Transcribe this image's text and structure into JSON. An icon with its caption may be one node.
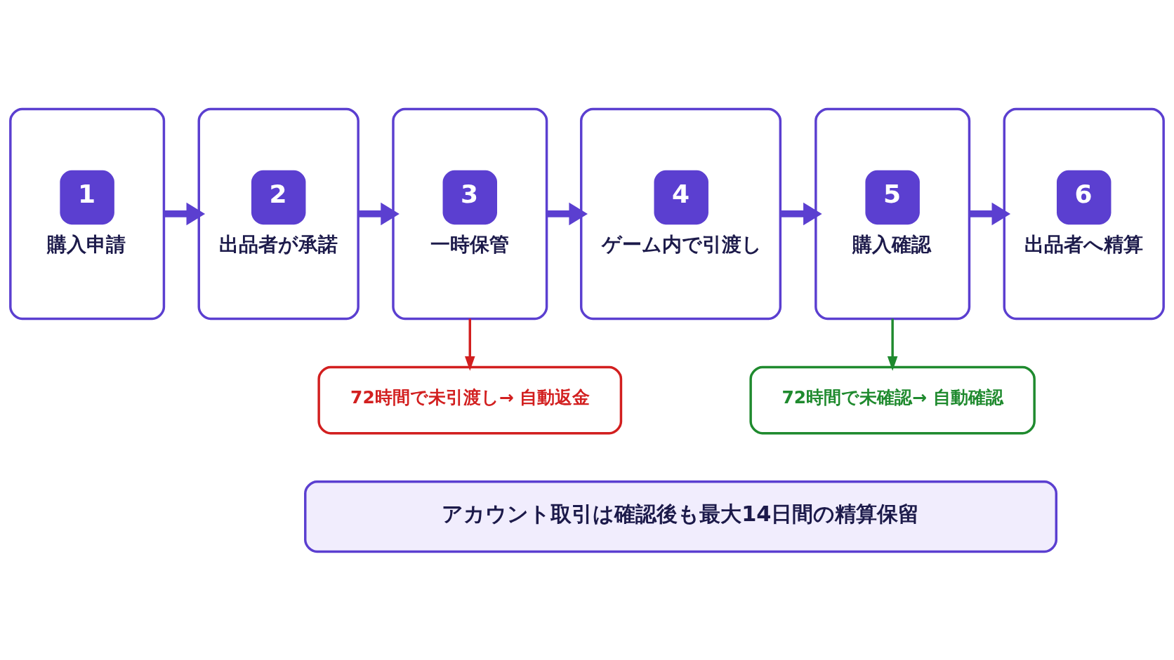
{
  "diagram": {
    "nodes": [
      {
        "text": [
          "1",
          "購入申請"
        ]
      },
      {
        "text": [
          "2",
          "出品者が承諾"
        ]
      },
      {
        "text": [
          "3",
          "一時保管"
        ]
      },
      {
        "text": [
          "4",
          "ゲーム内で引渡し"
        ]
      },
      {
        "text": [
          "5",
          "購入確認"
        ]
      },
      {
        "text": [
          "6",
          "出品者へ精算"
        ]
      },
      {
        "text": [
          "72時間で未引渡し→ 自動返金"
        ]
      },
      {
        "text": [
          "72時間で未確認→ 自動確認"
        ]
      },
      {
        "text": [
          "アカウント取引は確認後も最大14日間の精算保留"
        ]
      }
    ],
    "edges": [
      {
        "from": 0,
        "to": 1,
        "arrow": "to"
      },
      {
        "from": 1,
        "to": 2,
        "arrow": "to"
      },
      {
        "from": 2,
        "to": 3,
        "arrow": "to"
      },
      {
        "from": 3,
        "to": 4,
        "arrow": "to"
      },
      {
        "from": 4,
        "to": 5,
        "arrow": "to"
      },
      {
        "from": 2,
        "to": 6,
        "arrow": "to",
        "color": "#d21f1f"
      },
      {
        "from": 4,
        "to": 7,
        "arrow": "to",
        "color": "#1f8a2e"
      }
    ]
  }
}
